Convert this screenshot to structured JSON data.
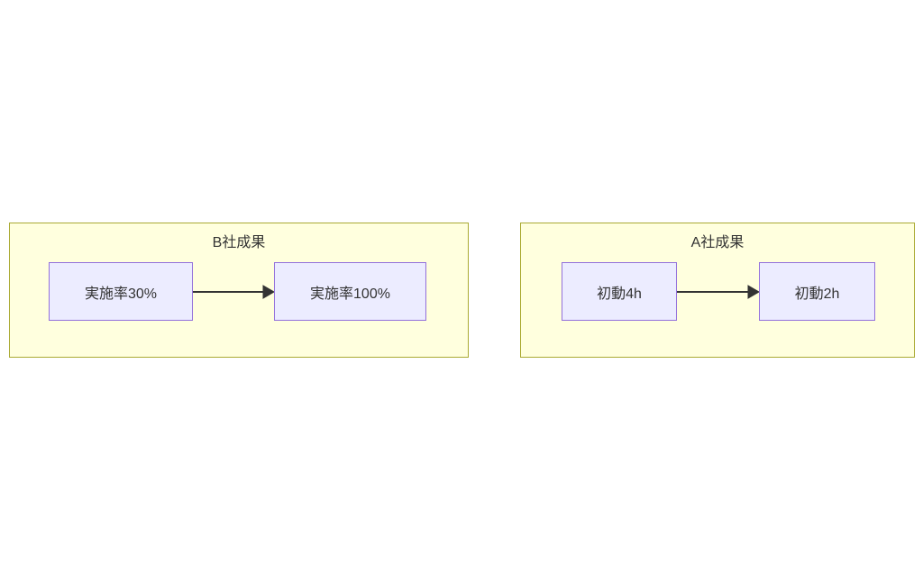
{
  "diagram": {
    "type": "flowchart",
    "clusters": [
      {
        "id": "b-company",
        "title": "B社成果",
        "nodes": [
          {
            "id": "b-before",
            "label": "実施率30%"
          },
          {
            "id": "b-after",
            "label": "実施率100%"
          }
        ],
        "edges": [
          {
            "from": "実施率30%",
            "to": "実施率100%"
          }
        ]
      },
      {
        "id": "a-company",
        "title": "A社成果",
        "nodes": [
          {
            "id": "a-before",
            "label": "初動4h"
          },
          {
            "id": "a-after",
            "label": "初動2h"
          }
        ],
        "edges": [
          {
            "from": "初動4h",
            "to": "初動2h"
          }
        ]
      }
    ],
    "colors": {
      "cluster_fill": "#ffffde",
      "cluster_border": "#aaaa33",
      "node_fill": "#ececff",
      "node_border": "#9370db",
      "edge": "#333333",
      "text": "#333333",
      "background": "#ffffff"
    }
  }
}
